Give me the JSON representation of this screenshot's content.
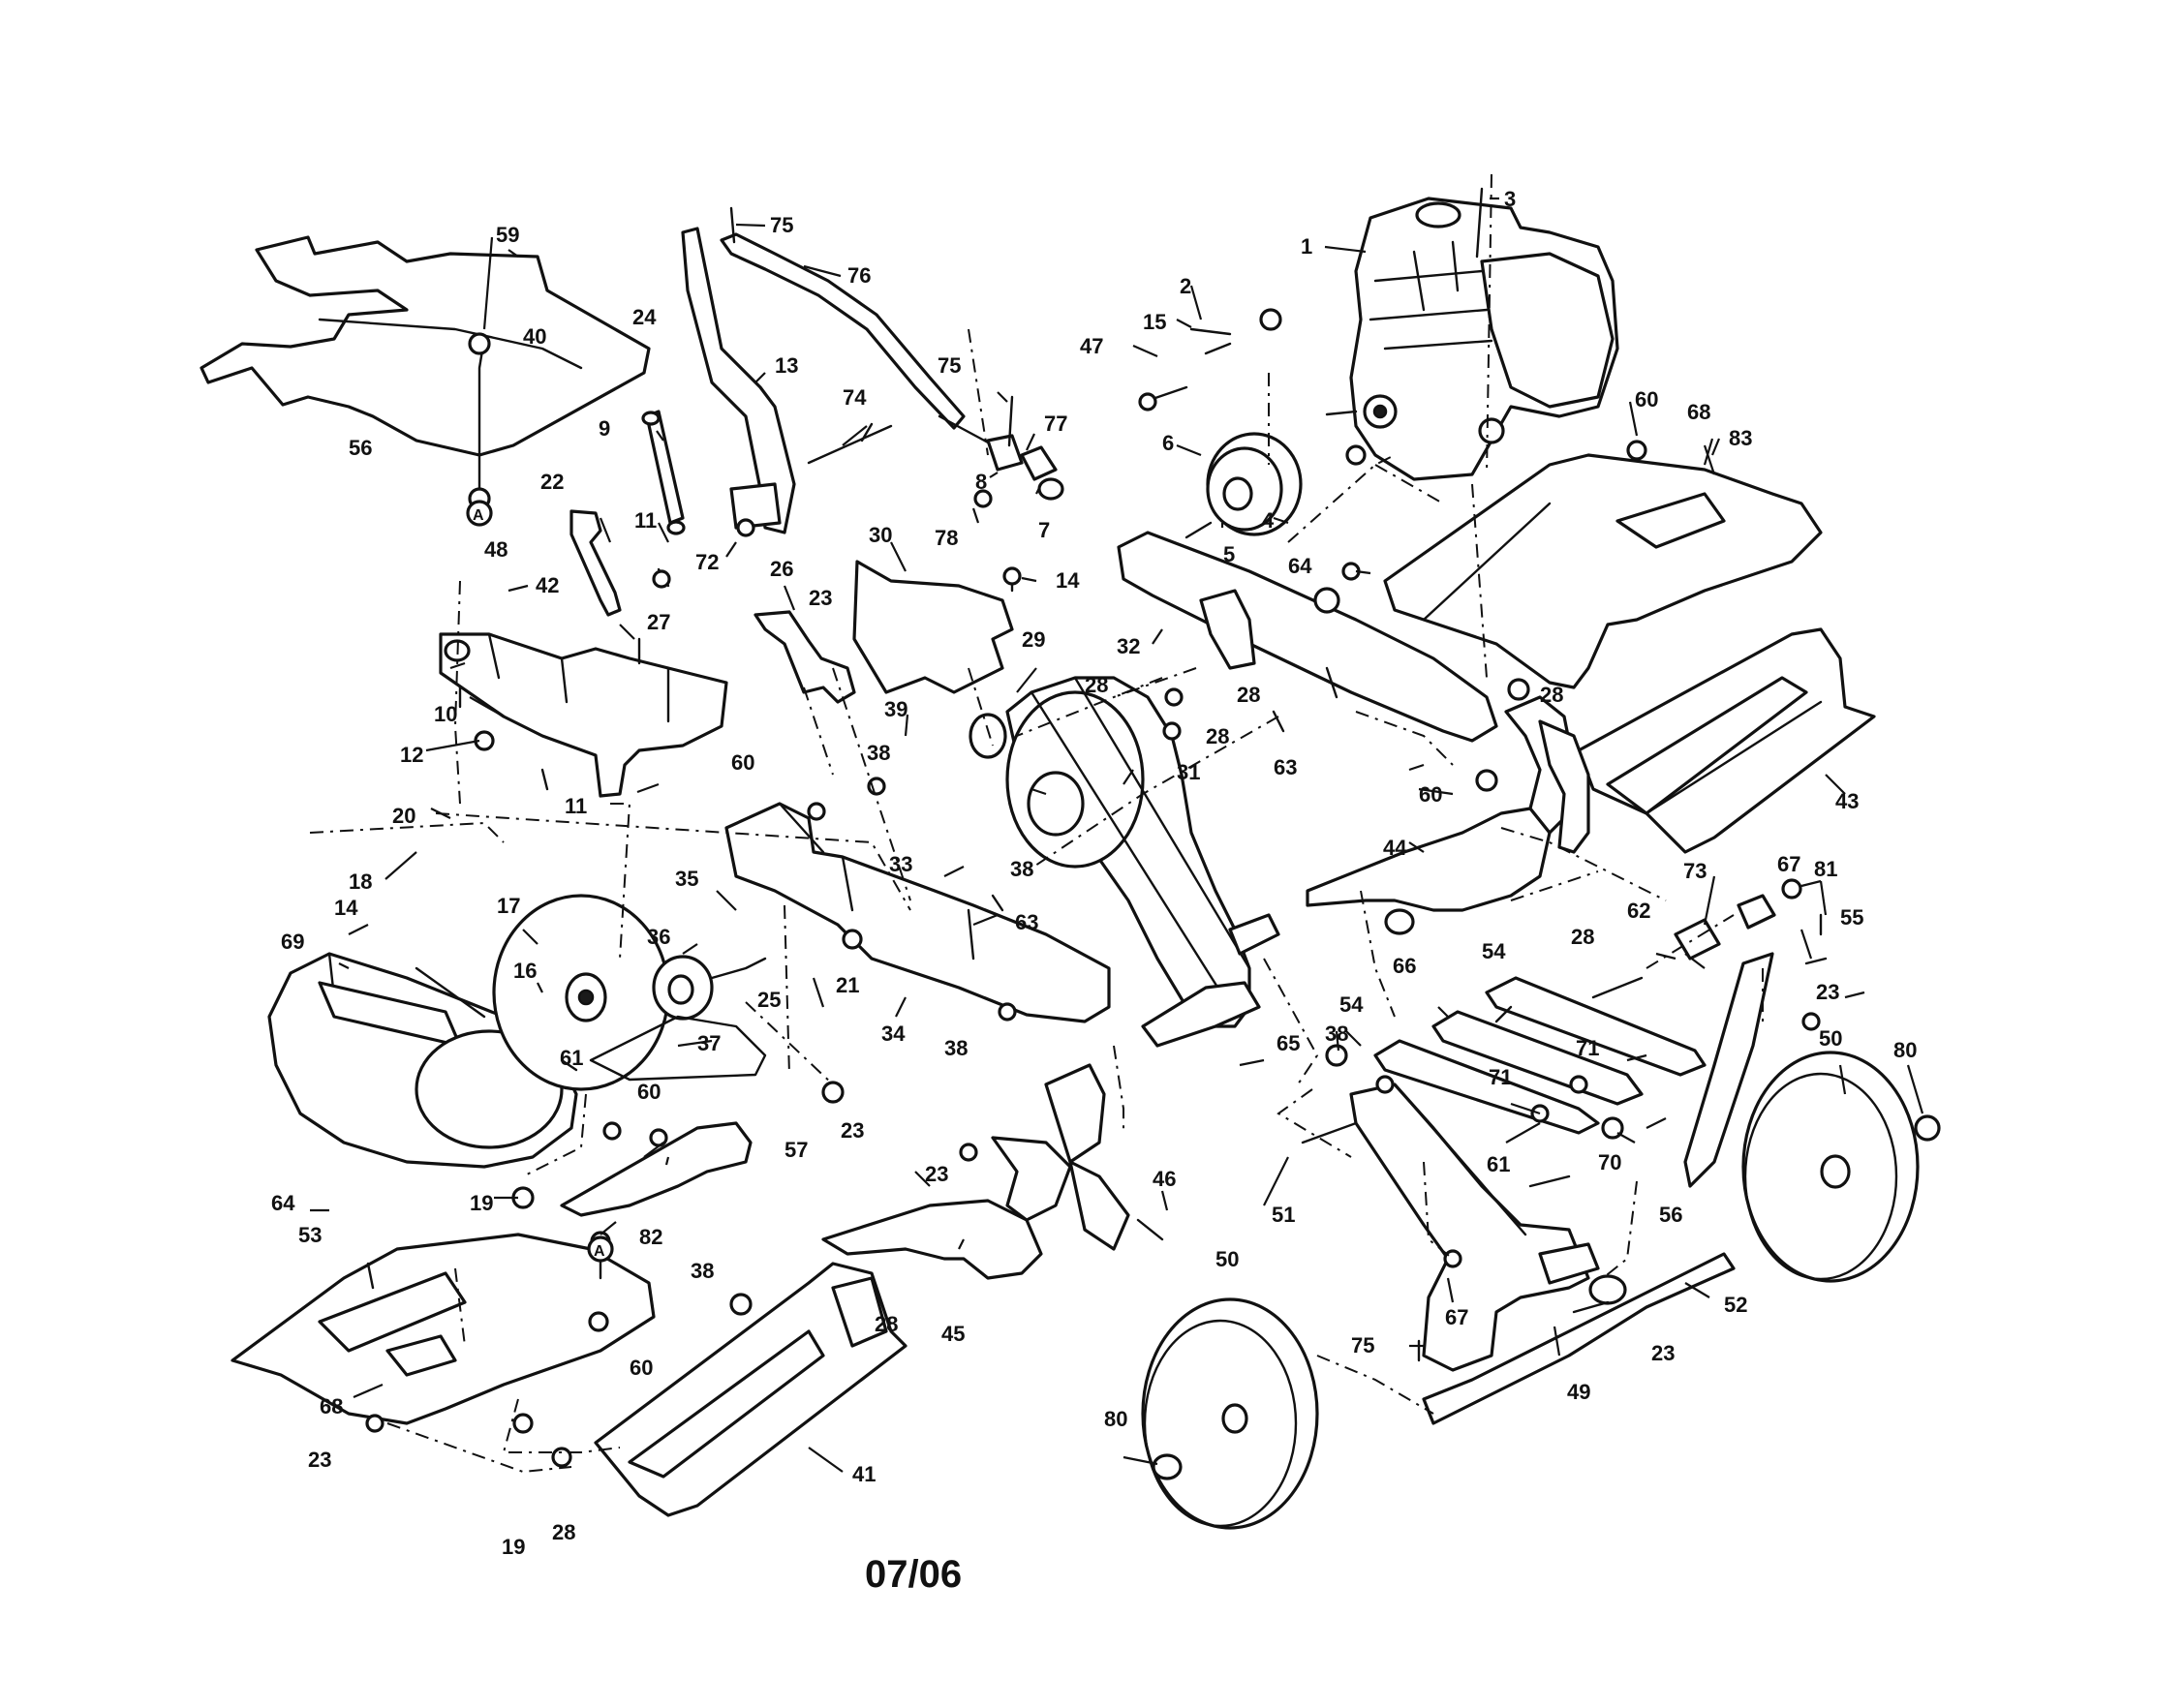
{
  "date_code": "07/06",
  "callouts": [
    {
      "id": "c1",
      "text": "1"
    },
    {
      "id": "c2",
      "text": "2"
    },
    {
      "id": "c3",
      "text": "3"
    },
    {
      "id": "c4",
      "text": "4"
    },
    {
      "id": "c5",
      "text": "5"
    },
    {
      "id": "c6",
      "text": "6"
    },
    {
      "id": "c7",
      "text": "7"
    },
    {
      "id": "c8",
      "text": "8"
    },
    {
      "id": "c9",
      "text": "9"
    },
    {
      "id": "c10",
      "text": "10"
    },
    {
      "id": "c11a",
      "text": "11"
    },
    {
      "id": "c11b",
      "text": "11"
    },
    {
      "id": "c12",
      "text": "12"
    },
    {
      "id": "c13",
      "text": "13"
    },
    {
      "id": "c14a",
      "text": "14"
    },
    {
      "id": "c14b",
      "text": "14"
    },
    {
      "id": "c15",
      "text": "15"
    },
    {
      "id": "c16",
      "text": "16"
    },
    {
      "id": "c17",
      "text": "17"
    },
    {
      "id": "c18",
      "text": "18"
    },
    {
      "id": "c19a",
      "text": "19"
    },
    {
      "id": "c19b",
      "text": "19"
    },
    {
      "id": "c20",
      "text": "20"
    },
    {
      "id": "c21",
      "text": "21"
    },
    {
      "id": "c22",
      "text": "22"
    },
    {
      "id": "c23a",
      "text": "23"
    },
    {
      "id": "c23b",
      "text": "23"
    },
    {
      "id": "c23c",
      "text": "23"
    },
    {
      "id": "c23d",
      "text": "23"
    },
    {
      "id": "c23e",
      "text": "23"
    },
    {
      "id": "c23f",
      "text": "23"
    },
    {
      "id": "c24",
      "text": "24"
    },
    {
      "id": "c25",
      "text": "25"
    },
    {
      "id": "c26",
      "text": "26"
    },
    {
      "id": "c27",
      "text": "27"
    },
    {
      "id": "c28a",
      "text": "28"
    },
    {
      "id": "c28b",
      "text": "28"
    },
    {
      "id": "c28c",
      "text": "28"
    },
    {
      "id": "c28d",
      "text": "28"
    },
    {
      "id": "c28e",
      "text": "28"
    },
    {
      "id": "c28f",
      "text": "28"
    },
    {
      "id": "c28g",
      "text": "28"
    },
    {
      "id": "c29",
      "text": "29"
    },
    {
      "id": "c30",
      "text": "30"
    },
    {
      "id": "c31",
      "text": "31"
    },
    {
      "id": "c32",
      "text": "32"
    },
    {
      "id": "c33",
      "text": "33"
    },
    {
      "id": "c34",
      "text": "34"
    },
    {
      "id": "c35",
      "text": "35"
    },
    {
      "id": "c36",
      "text": "36"
    },
    {
      "id": "c37",
      "text": "37"
    },
    {
      "id": "c38a",
      "text": "38"
    },
    {
      "id": "c38b",
      "text": "38"
    },
    {
      "id": "c38c",
      "text": "38"
    },
    {
      "id": "c38d",
      "text": "38"
    },
    {
      "id": "c38e",
      "text": "38"
    },
    {
      "id": "c39",
      "text": "39"
    },
    {
      "id": "c40",
      "text": "40"
    },
    {
      "id": "c41",
      "text": "41"
    },
    {
      "id": "c42",
      "text": "42"
    },
    {
      "id": "c43",
      "text": "43"
    },
    {
      "id": "c44",
      "text": "44"
    },
    {
      "id": "c45",
      "text": "45"
    },
    {
      "id": "c46",
      "text": "46"
    },
    {
      "id": "c47",
      "text": "47"
    },
    {
      "id": "c48",
      "text": "48"
    },
    {
      "id": "c49",
      "text": "49"
    },
    {
      "id": "c50a",
      "text": "50"
    },
    {
      "id": "c50b",
      "text": "50"
    },
    {
      "id": "c51",
      "text": "51"
    },
    {
      "id": "c52",
      "text": "52"
    },
    {
      "id": "c53",
      "text": "53"
    },
    {
      "id": "c54a",
      "text": "54"
    },
    {
      "id": "c54b",
      "text": "54"
    },
    {
      "id": "c55",
      "text": "55"
    },
    {
      "id": "c56a",
      "text": "56"
    },
    {
      "id": "c56b",
      "text": "56"
    },
    {
      "id": "c57",
      "text": "57"
    },
    {
      "id": "c59",
      "text": "59"
    },
    {
      "id": "c60a",
      "text": "60"
    },
    {
      "id": "c60b",
      "text": "60"
    },
    {
      "id": "c60c",
      "text": "60"
    },
    {
      "id": "c60d",
      "text": "60"
    },
    {
      "id": "c60e",
      "text": "60"
    },
    {
      "id": "c61a",
      "text": "61"
    },
    {
      "id": "c61b",
      "text": "61"
    },
    {
      "id": "c62",
      "text": "62"
    },
    {
      "id": "c63a",
      "text": "63"
    },
    {
      "id": "c63b",
      "text": "63"
    },
    {
      "id": "c64a",
      "text": "64"
    },
    {
      "id": "c64b",
      "text": "64"
    },
    {
      "id": "c65",
      "text": "65"
    },
    {
      "id": "c66",
      "text": "66"
    },
    {
      "id": "c67a",
      "text": "67"
    },
    {
      "id": "c67b",
      "text": "67"
    },
    {
      "id": "c68a",
      "text": "68"
    },
    {
      "id": "c68b",
      "text": "68"
    },
    {
      "id": "c69",
      "text": "69"
    },
    {
      "id": "c70",
      "text": "70"
    },
    {
      "id": "c71a",
      "text": "71"
    },
    {
      "id": "c71b",
      "text": "71"
    },
    {
      "id": "c72",
      "text": "72"
    },
    {
      "id": "c73",
      "text": "73"
    },
    {
      "id": "c74",
      "text": "74"
    },
    {
      "id": "c75a",
      "text": "75"
    },
    {
      "id": "c75b",
      "text": "75"
    },
    {
      "id": "c75c",
      "text": "75"
    },
    {
      "id": "c76",
      "text": "76"
    },
    {
      "id": "c77",
      "text": "77"
    },
    {
      "id": "c78",
      "text": "78"
    },
    {
      "id": "c80a",
      "text": "80"
    },
    {
      "id": "c80b",
      "text": "80"
    },
    {
      "id": "c81",
      "text": "81"
    },
    {
      "id": "c82",
      "text": "82"
    },
    {
      "id": "c83",
      "text": "83"
    },
    {
      "id": "ref-a-top",
      "text": "A"
    },
    {
      "id": "ref-a-bottom",
      "text": "A"
    }
  ]
}
